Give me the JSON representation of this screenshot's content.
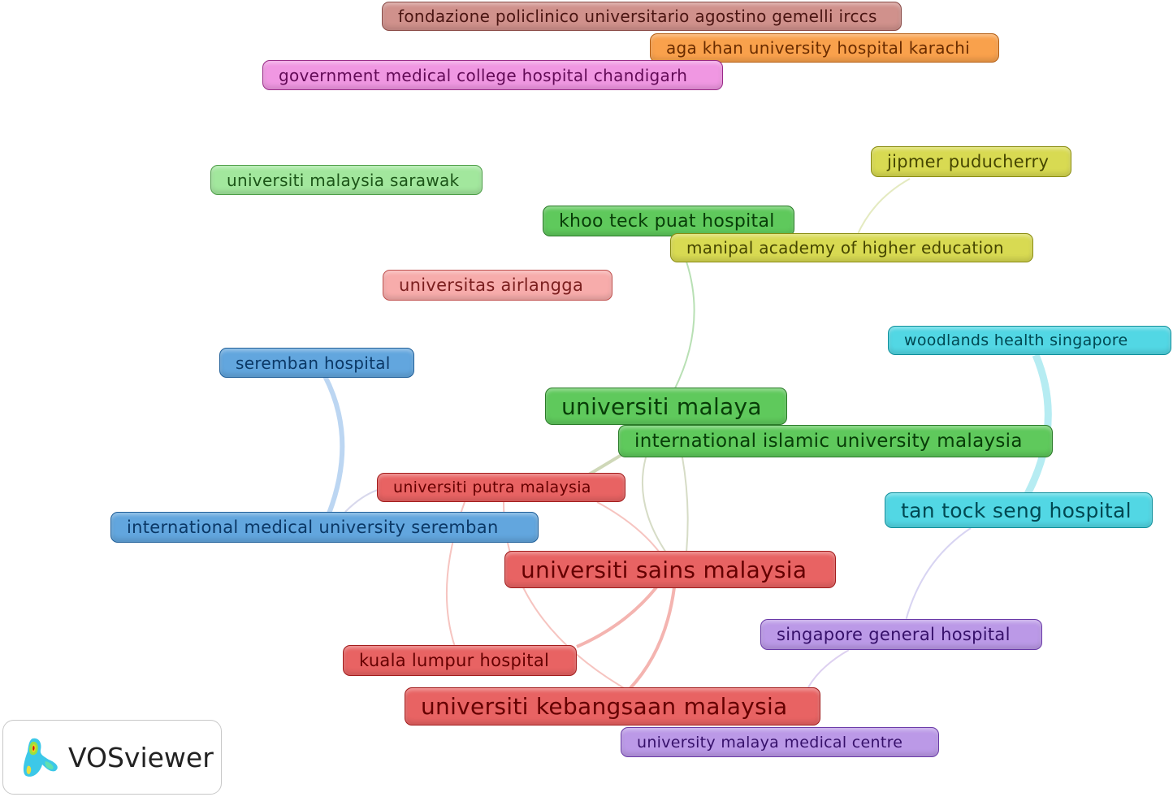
{
  "logo": {
    "text": "VOSviewer"
  },
  "nodes": [
    {
      "label": "fondazione policlinico universitario agostino gemelli irccs",
      "cluster": "brown"
    },
    {
      "label": "aga khan university hospital karachi",
      "cluster": "orange"
    },
    {
      "label": "government medical college hospital chandigarh",
      "cluster": "magenta"
    },
    {
      "label": "universiti malaysia sarawak",
      "cluster": "light-green"
    },
    {
      "label": "jipmer puducherry",
      "cluster": "yellow"
    },
    {
      "label": "khoo teck puat hospital",
      "cluster": "green"
    },
    {
      "label": "manipal academy of higher education",
      "cluster": "yellow"
    },
    {
      "label": "universitas airlangga",
      "cluster": "pink"
    },
    {
      "label": "woodlands health singapore",
      "cluster": "cyan"
    },
    {
      "label": "seremban hospital",
      "cluster": "blue"
    },
    {
      "label": "universiti malaya",
      "cluster": "green"
    },
    {
      "label": "international islamic university malaysia",
      "cluster": "green"
    },
    {
      "label": "universiti putra malaysia",
      "cluster": "red"
    },
    {
      "label": "international medical university seremban",
      "cluster": "blue"
    },
    {
      "label": "tan tock seng hospital",
      "cluster": "cyan"
    },
    {
      "label": "universiti sains malaysia",
      "cluster": "red"
    },
    {
      "label": "singapore general hospital",
      "cluster": "purple"
    },
    {
      "label": "kuala lumpur hospital",
      "cluster": "red"
    },
    {
      "label": "universiti kebangsaan malaysia",
      "cluster": "red"
    },
    {
      "label": "university malaya medical centre",
      "cluster": "purple"
    }
  ],
  "colors": {
    "brown": "#d0918c",
    "orange": "#f9a14c",
    "magenta": "#f097e2",
    "light-green": "#a2e79d",
    "green": "#5fc95c",
    "yellow": "#d8da52",
    "pink": "#f7acab",
    "blue": "#62a6de",
    "cyan": "#52d7e4",
    "red": "#e86363",
    "purple": "#bb99e7"
  }
}
